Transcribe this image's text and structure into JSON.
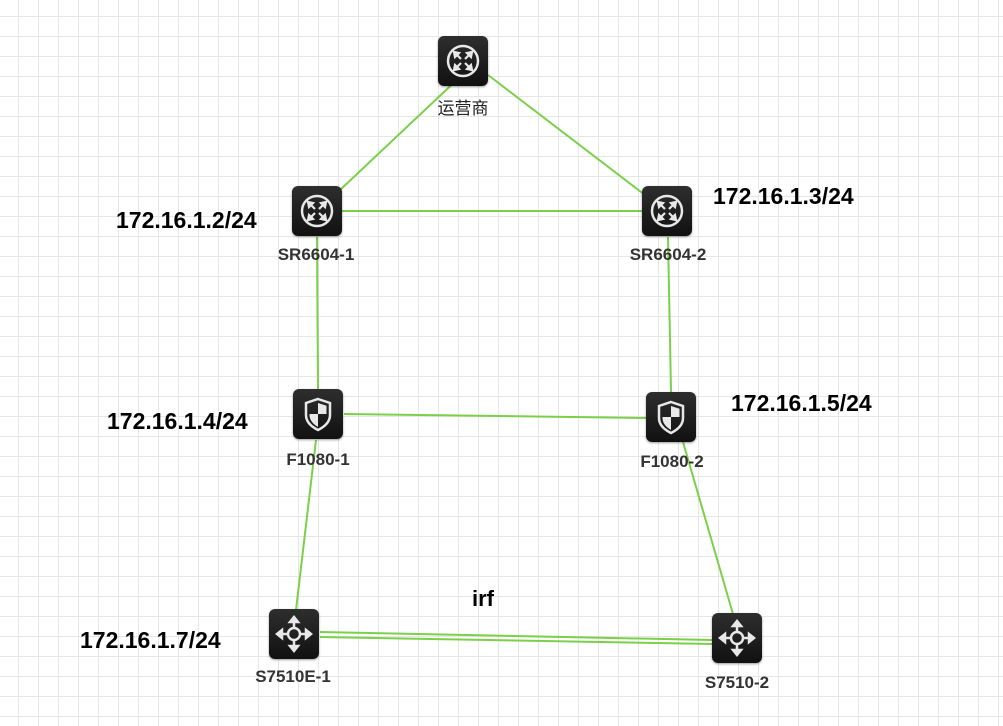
{
  "nodes": {
    "isp": {
      "label": "运营商",
      "type": "router-icon"
    },
    "sr1": {
      "label": "SR6604-1",
      "type": "router-icon"
    },
    "sr2": {
      "label": "SR6604-2",
      "type": "router-icon"
    },
    "fw1": {
      "label": "F1080-1",
      "type": "firewall-icon"
    },
    "fw2": {
      "label": "F1080-2",
      "type": "firewall-icon"
    },
    "sw1": {
      "label": "S7510E-1",
      "type": "switch-icon"
    },
    "sw2": {
      "label": "S7510-2",
      "type": "switch-icon"
    }
  },
  "ips": {
    "sr1": "172.16.1.2/24",
    "sr2": "172.16.1.3/24",
    "fw1": "172.16.1.4/24",
    "fw2": "172.16.1.5/24",
    "sw1": "172.16.1.7/24"
  },
  "irf_label": "irf",
  "colors": {
    "link": "#7bd04a",
    "node_bg": "#1e1e1e",
    "grid": "#e6e6e6"
  }
}
